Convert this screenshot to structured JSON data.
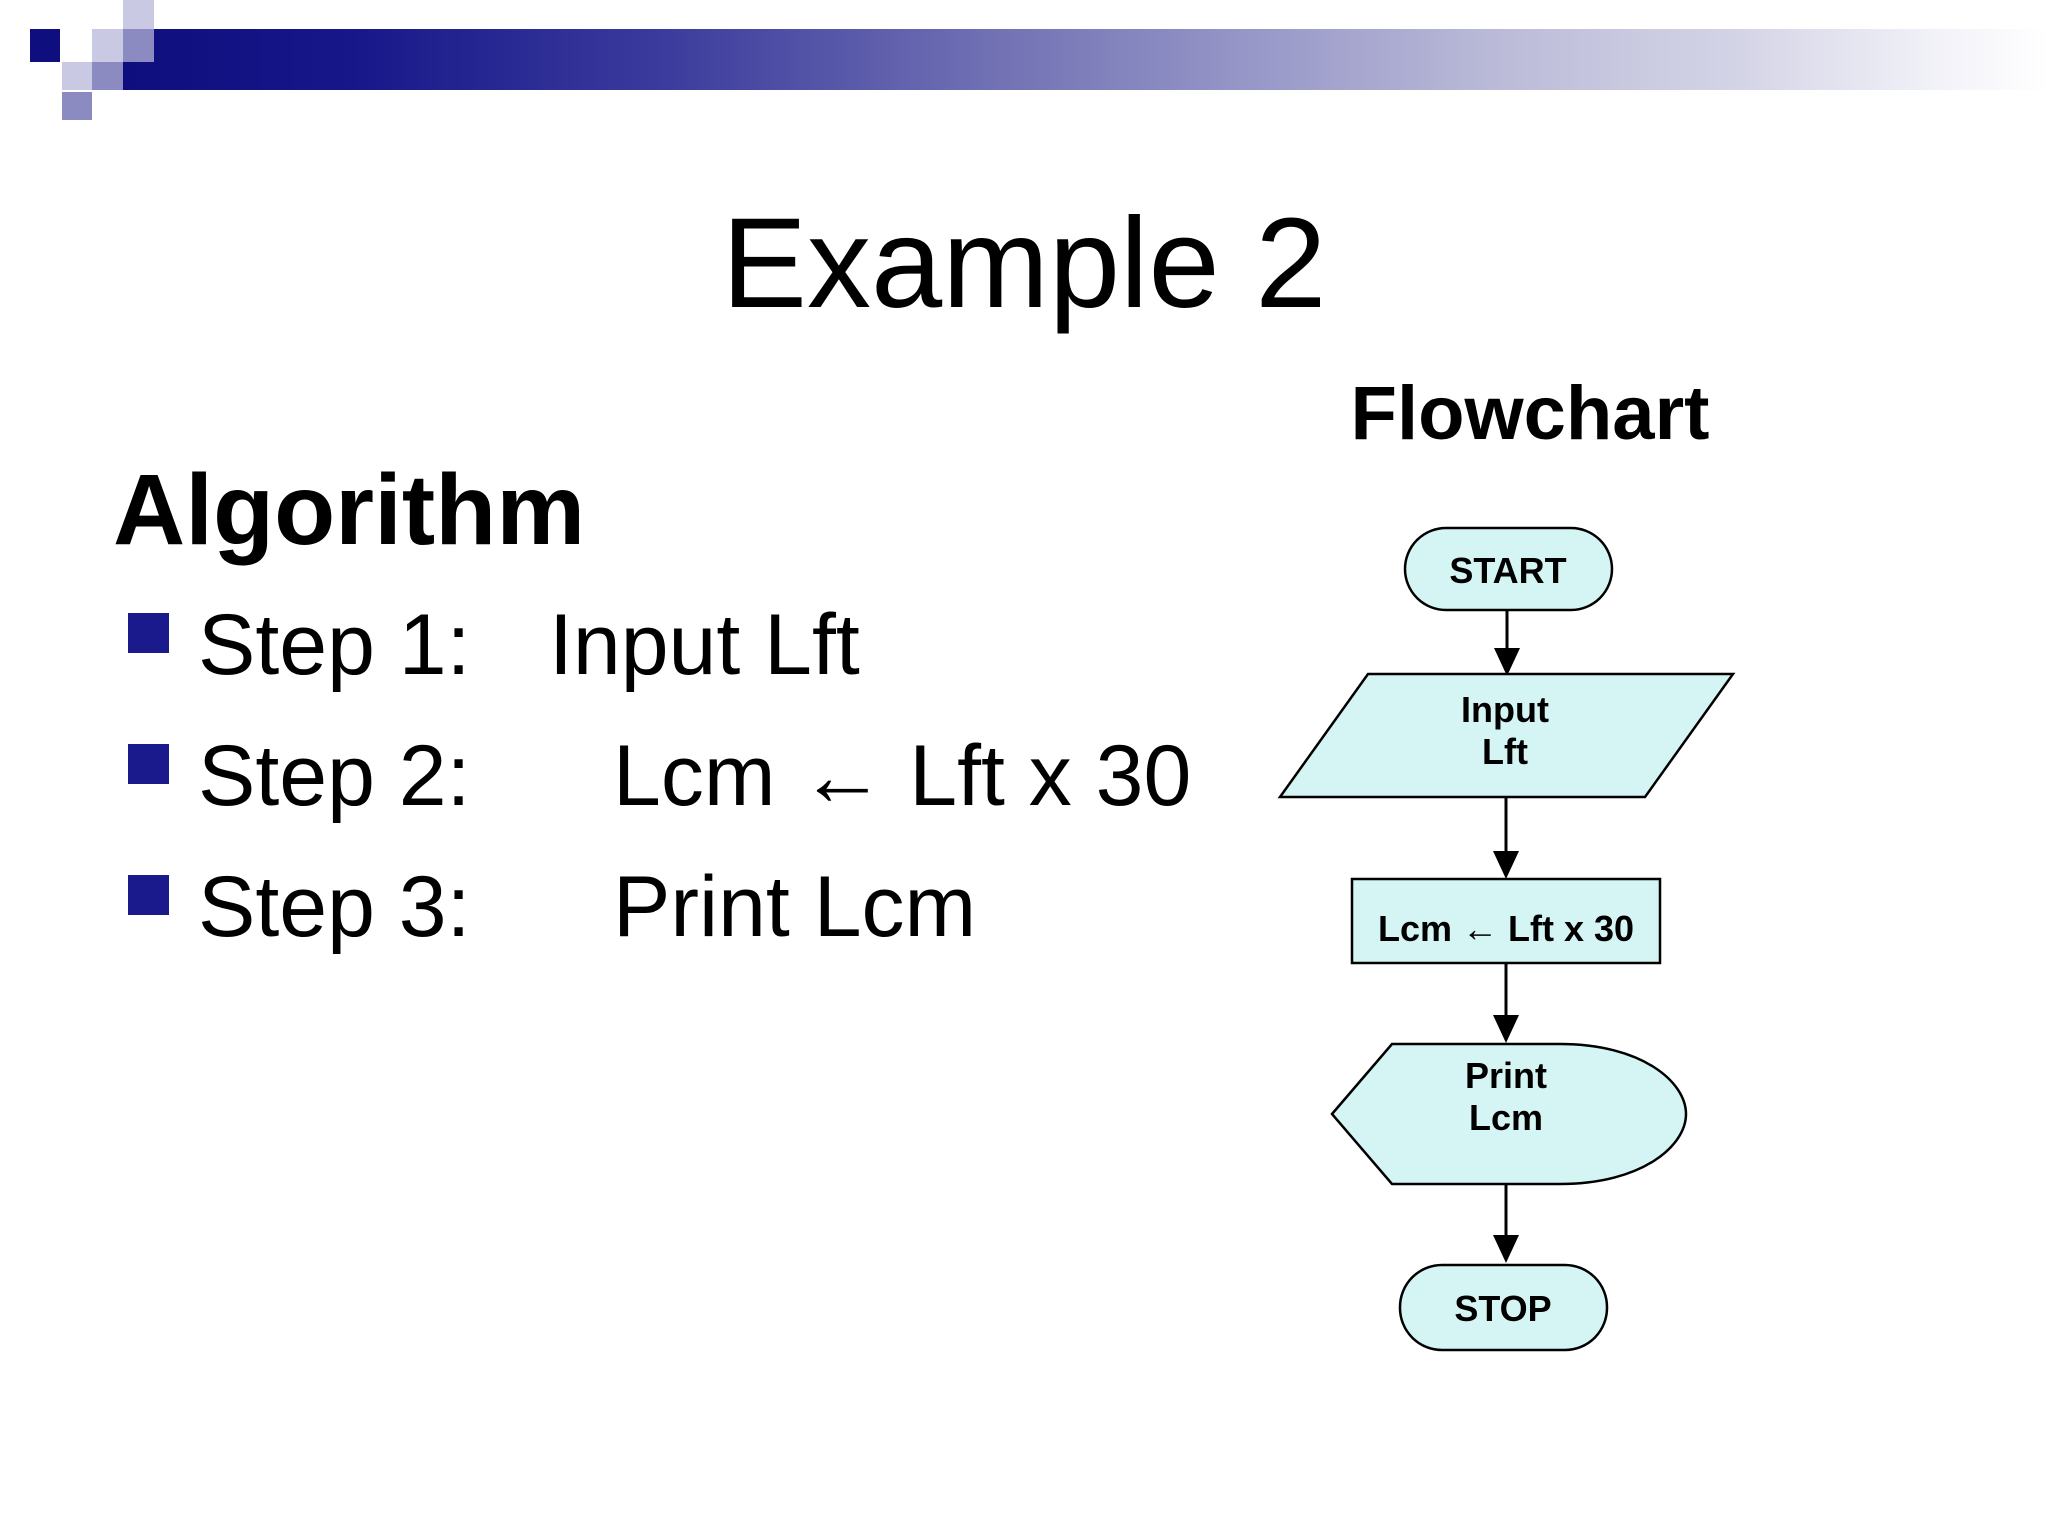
{
  "slide": {
    "title": "Example 2",
    "flowchart_heading": "Flowchart",
    "algorithm_heading": "Algorithm",
    "steps": [
      {
        "label": "Step 1:",
        "action": "Input Lft"
      },
      {
        "label": "Step 2:",
        "action": "Lcm ← Lft x 30"
      },
      {
        "label": "Step 3:",
        "action": "Print Lcm"
      }
    ]
  },
  "flowchart": {
    "start_label": "START",
    "input_line1": "Input",
    "input_line2": "Lft",
    "process_label": "Lcm ← Lft x 30",
    "output_line1": "Print",
    "output_line2": "Lcm",
    "stop_label": "STOP"
  },
  "diagram": {
    "type": "flowchart",
    "nodes": [
      {
        "id": "start",
        "shape": "terminator",
        "label": "START"
      },
      {
        "id": "input",
        "shape": "parallelogram",
        "label": "Input Lft"
      },
      {
        "id": "process",
        "shape": "rectangle",
        "label": "Lcm ← Lft x 30"
      },
      {
        "id": "output",
        "shape": "display",
        "label": "Print Lcm"
      },
      {
        "id": "stop",
        "shape": "terminator",
        "label": "STOP"
      }
    ],
    "edges": [
      [
        "start",
        "input"
      ],
      [
        "input",
        "process"
      ],
      [
        "process",
        "output"
      ],
      [
        "output",
        "stop"
      ]
    ]
  },
  "colors": {
    "banner_navy": "#0e0e7e",
    "banner_lavender": "#c9c9e3",
    "banner_purple": "#8b8bc1",
    "bullet_navy": "#1a1a8c",
    "node_fill": "#d5f4f4",
    "node_border": "#000000",
    "text": "#000000"
  }
}
